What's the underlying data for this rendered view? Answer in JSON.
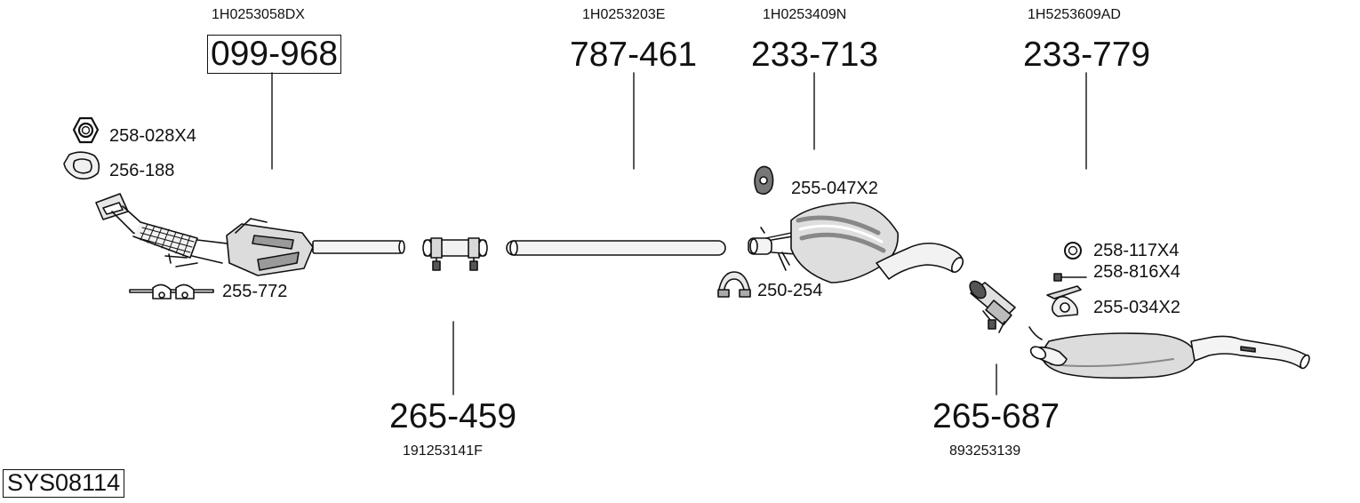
{
  "system_id": "SYS08114",
  "colors": {
    "line": "#111111",
    "fill_light": "#ececec",
    "fill_mid": "#bdbdbd",
    "fill_dark": "#555555"
  },
  "parts": {
    "catalyst": {
      "number": "099-968",
      "oe": "1H0253058DX"
    },
    "front_pipe": {
      "number": "787-461",
      "oe": "1H0253203E"
    },
    "middle_silencer": {
      "number": "233-713",
      "oe": "1H0253409N"
    },
    "rear_silencer": {
      "number": "233-779",
      "oe": "1H5253609AD"
    },
    "connector_1": {
      "number": "265-459",
      "oe": "191253141F"
    },
    "connector_2": {
      "number": "265-687",
      "oe": "893253139"
    }
  },
  "accessories": {
    "nut": "258-028X4",
    "gasket": "256-188",
    "bracket": "255-772",
    "rubber_mount_1": "255-047X2",
    "clamp": "250-254",
    "ring": "258-117X4",
    "bolt": "258-816X4",
    "rubber_mount_2": "255-034X2"
  }
}
